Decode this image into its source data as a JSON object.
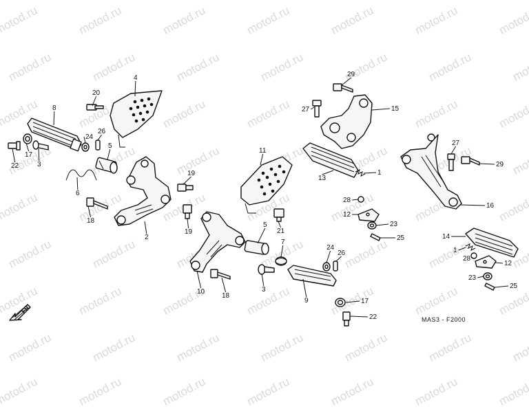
{
  "watermark": "motod.ru",
  "diagram_code": "MAS3 - F2000",
  "direction_label": "FR.",
  "callouts": [
    "1",
    "2",
    "3",
    "4",
    "5",
    "6",
    "7",
    "8",
    "9",
    "10",
    "11",
    "12",
    "13",
    "14",
    "15",
    "16",
    "17",
    "18",
    "19",
    "20",
    "21",
    "22",
    "23",
    "24",
    "25",
    "26",
    "27",
    "28",
    "29"
  ]
}
